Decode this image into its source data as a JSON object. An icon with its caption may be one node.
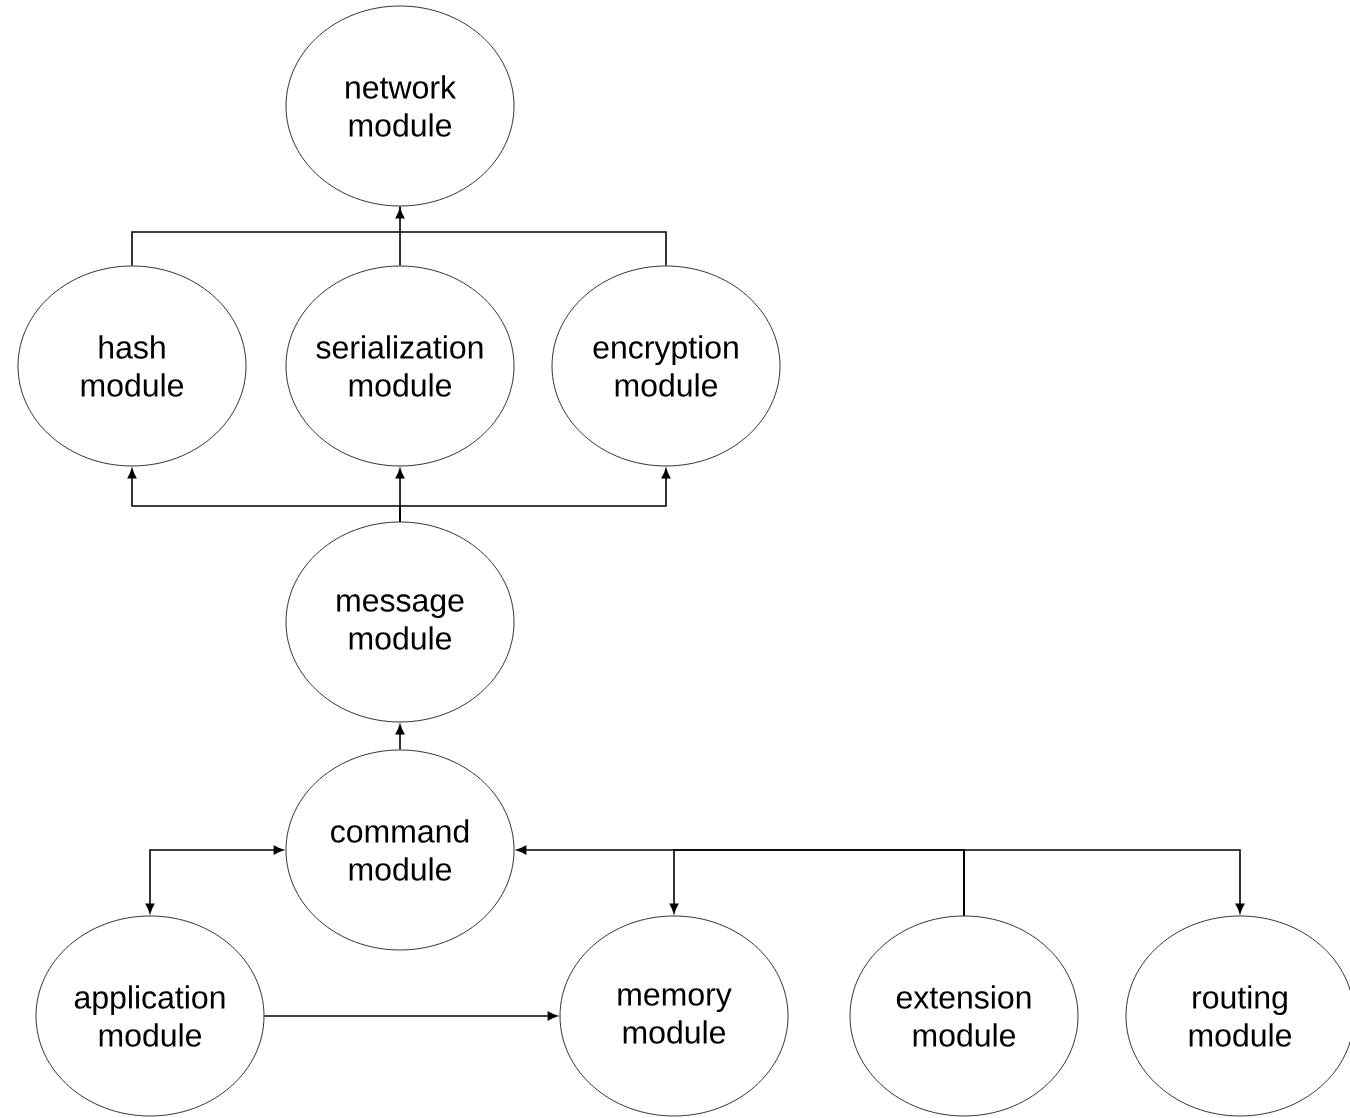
{
  "diagram": {
    "nodes": [
      {
        "text": [
          "network module"
        ]
      },
      {
        "text": [
          "hash module"
        ]
      },
      {
        "text": [
          "serialization module"
        ]
      },
      {
        "text": [
          "encryption module"
        ]
      },
      {
        "text": [
          "message module"
        ]
      },
      {
        "text": [
          "command module"
        ]
      },
      {
        "text": [
          "application module"
        ]
      },
      {
        "text": [
          "memory module"
        ]
      },
      {
        "text": [
          "extension module"
        ]
      },
      {
        "text": [
          "routing module"
        ]
      }
    ],
    "edges": [
      {
        "from": 1,
        "to": 0,
        "arrow": "to"
      },
      {
        "from": 2,
        "to": 0,
        "arrow": "to"
      },
      {
        "from": 3,
        "to": 0,
        "arrow": "to"
      },
      {
        "from": 4,
        "to": 1,
        "arrow": "to"
      },
      {
        "from": 4,
        "to": 2,
        "arrow": "to"
      },
      {
        "from": 4,
        "to": 3,
        "arrow": "to"
      },
      {
        "from": 5,
        "to": 4,
        "arrow": "to"
      },
      {
        "from": 6,
        "to": 5,
        "arrow": "both"
      },
      {
        "from": 8,
        "to": 5,
        "arrow": "to"
      },
      {
        "from": 8,
        "to": 7,
        "arrow": "to"
      },
      {
        "from": 8,
        "to": 9,
        "arrow": "to"
      },
      {
        "from": 6,
        "to": 7,
        "arrow": "to"
      }
    ]
  }
}
